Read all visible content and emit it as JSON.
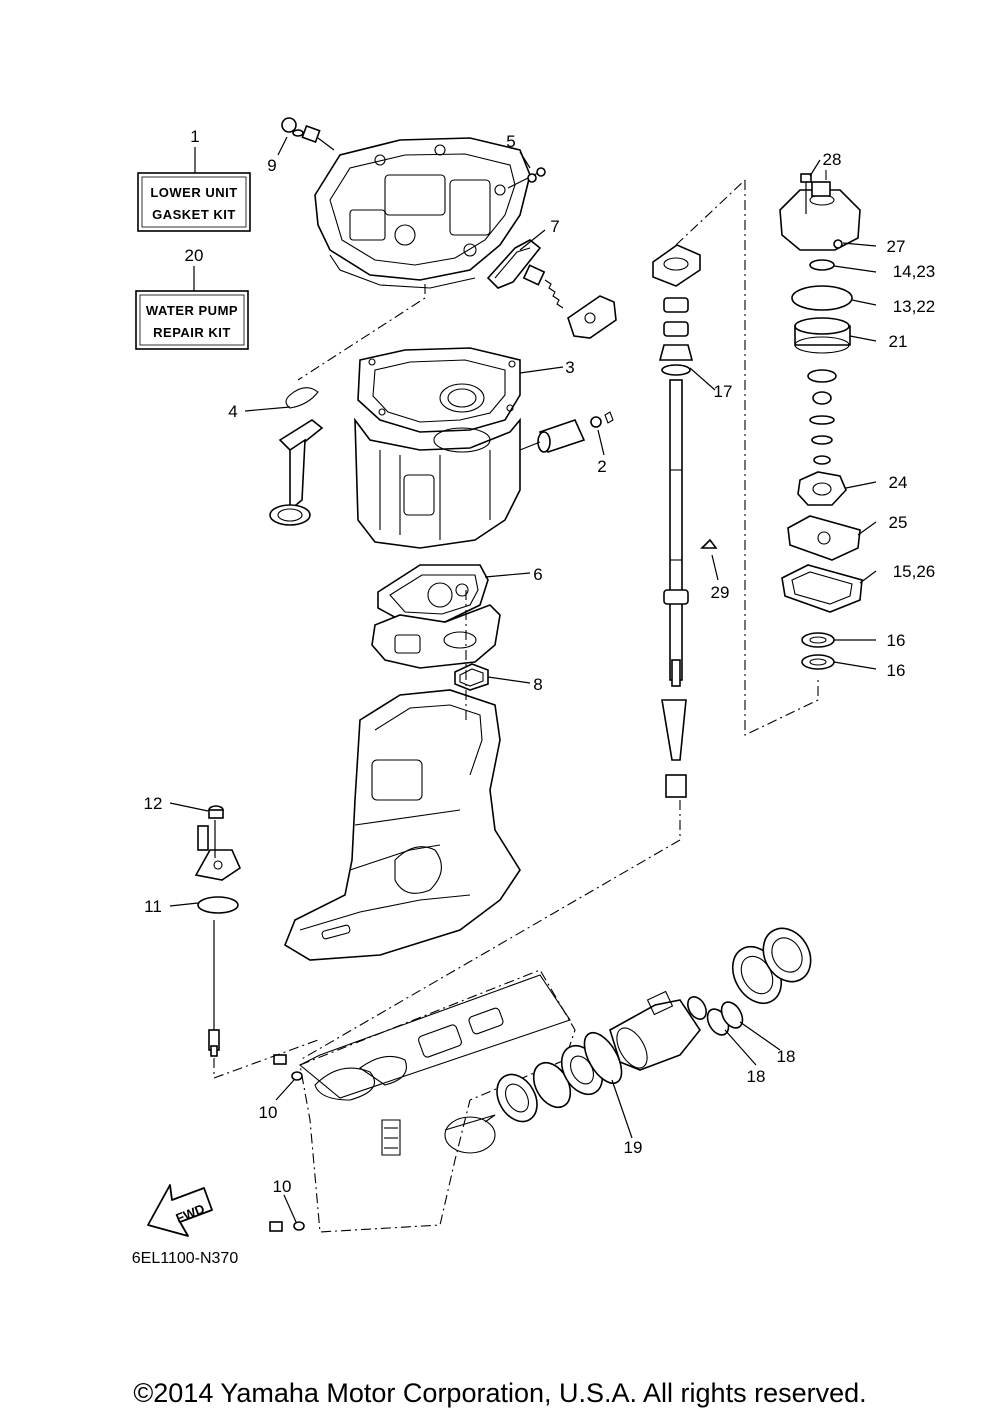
{
  "diagram": {
    "kits": [
      {
        "number": "1",
        "line1": "LOWER UNIT",
        "line2": "GASKET KIT"
      },
      {
        "number": "20",
        "line1": "WATER PUMP",
        "line2": "REPAIR KIT"
      }
    ],
    "callouts": [
      "2",
      "3",
      "4",
      "5",
      "6",
      "7",
      "8",
      "9",
      "10",
      "10",
      "11",
      "12",
      "13,22",
      "14,23",
      "15,26",
      "16",
      "16",
      "17",
      "18",
      "18",
      "19",
      "21",
      "24",
      "25",
      "27",
      "28",
      "29"
    ],
    "fwd_label": "FWD",
    "diagram_code": "6EL1100-N370",
    "copyright": "©2014 Yamaha Motor Corporation, U.S.A. All rights reserved."
  }
}
